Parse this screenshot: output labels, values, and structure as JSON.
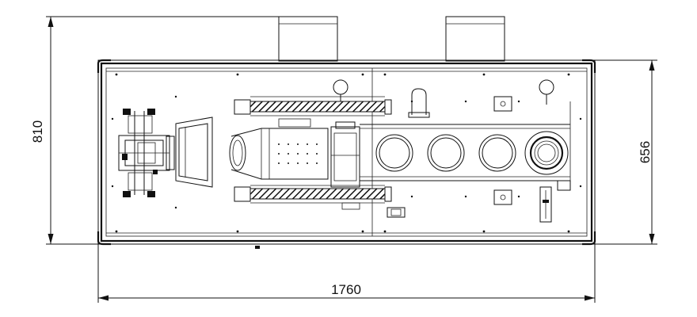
{
  "dimensions": {
    "overall_height": "810",
    "overall_width": "1760",
    "cabinet_height": "656"
  },
  "colors": {
    "line": "#111111",
    "background": "#ffffff"
  }
}
